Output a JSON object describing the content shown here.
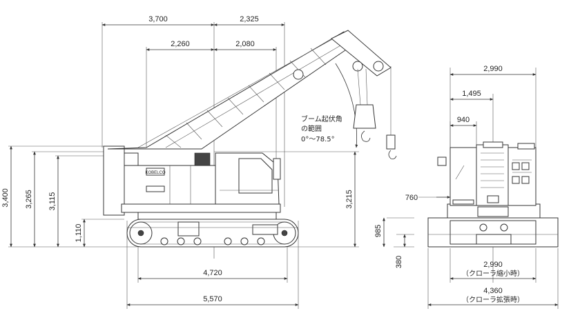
{
  "side_view": {
    "dims_top": [
      "3,700",
      "2,325",
      "2,260",
      "2,080"
    ],
    "dims_left": [
      "3,400",
      "3,265",
      "3,115",
      "1,110"
    ],
    "dim_right": "3,215",
    "dims_bottom": [
      "4,720",
      "5,570"
    ],
    "boom_note": [
      "ブーム起伏角",
      "の範囲",
      "0°〜78.5°"
    ],
    "brand_label": "KOBELCO"
  },
  "rear_view": {
    "dims_top": [
      "2,990",
      "1,495",
      "940"
    ],
    "dim_side": "760",
    "dims_left": [
      "985",
      "380"
    ],
    "dim_bottom_1": "2,990",
    "dim_bottom_1_note": "（クローラ縮小時）",
    "dim_bottom_2": "4,360",
    "dim_bottom_2_note": "（クローラ拡張時）"
  },
  "colors": {
    "line": "#333333",
    "fill": "#ffffff",
    "dark": "#444444"
  }
}
